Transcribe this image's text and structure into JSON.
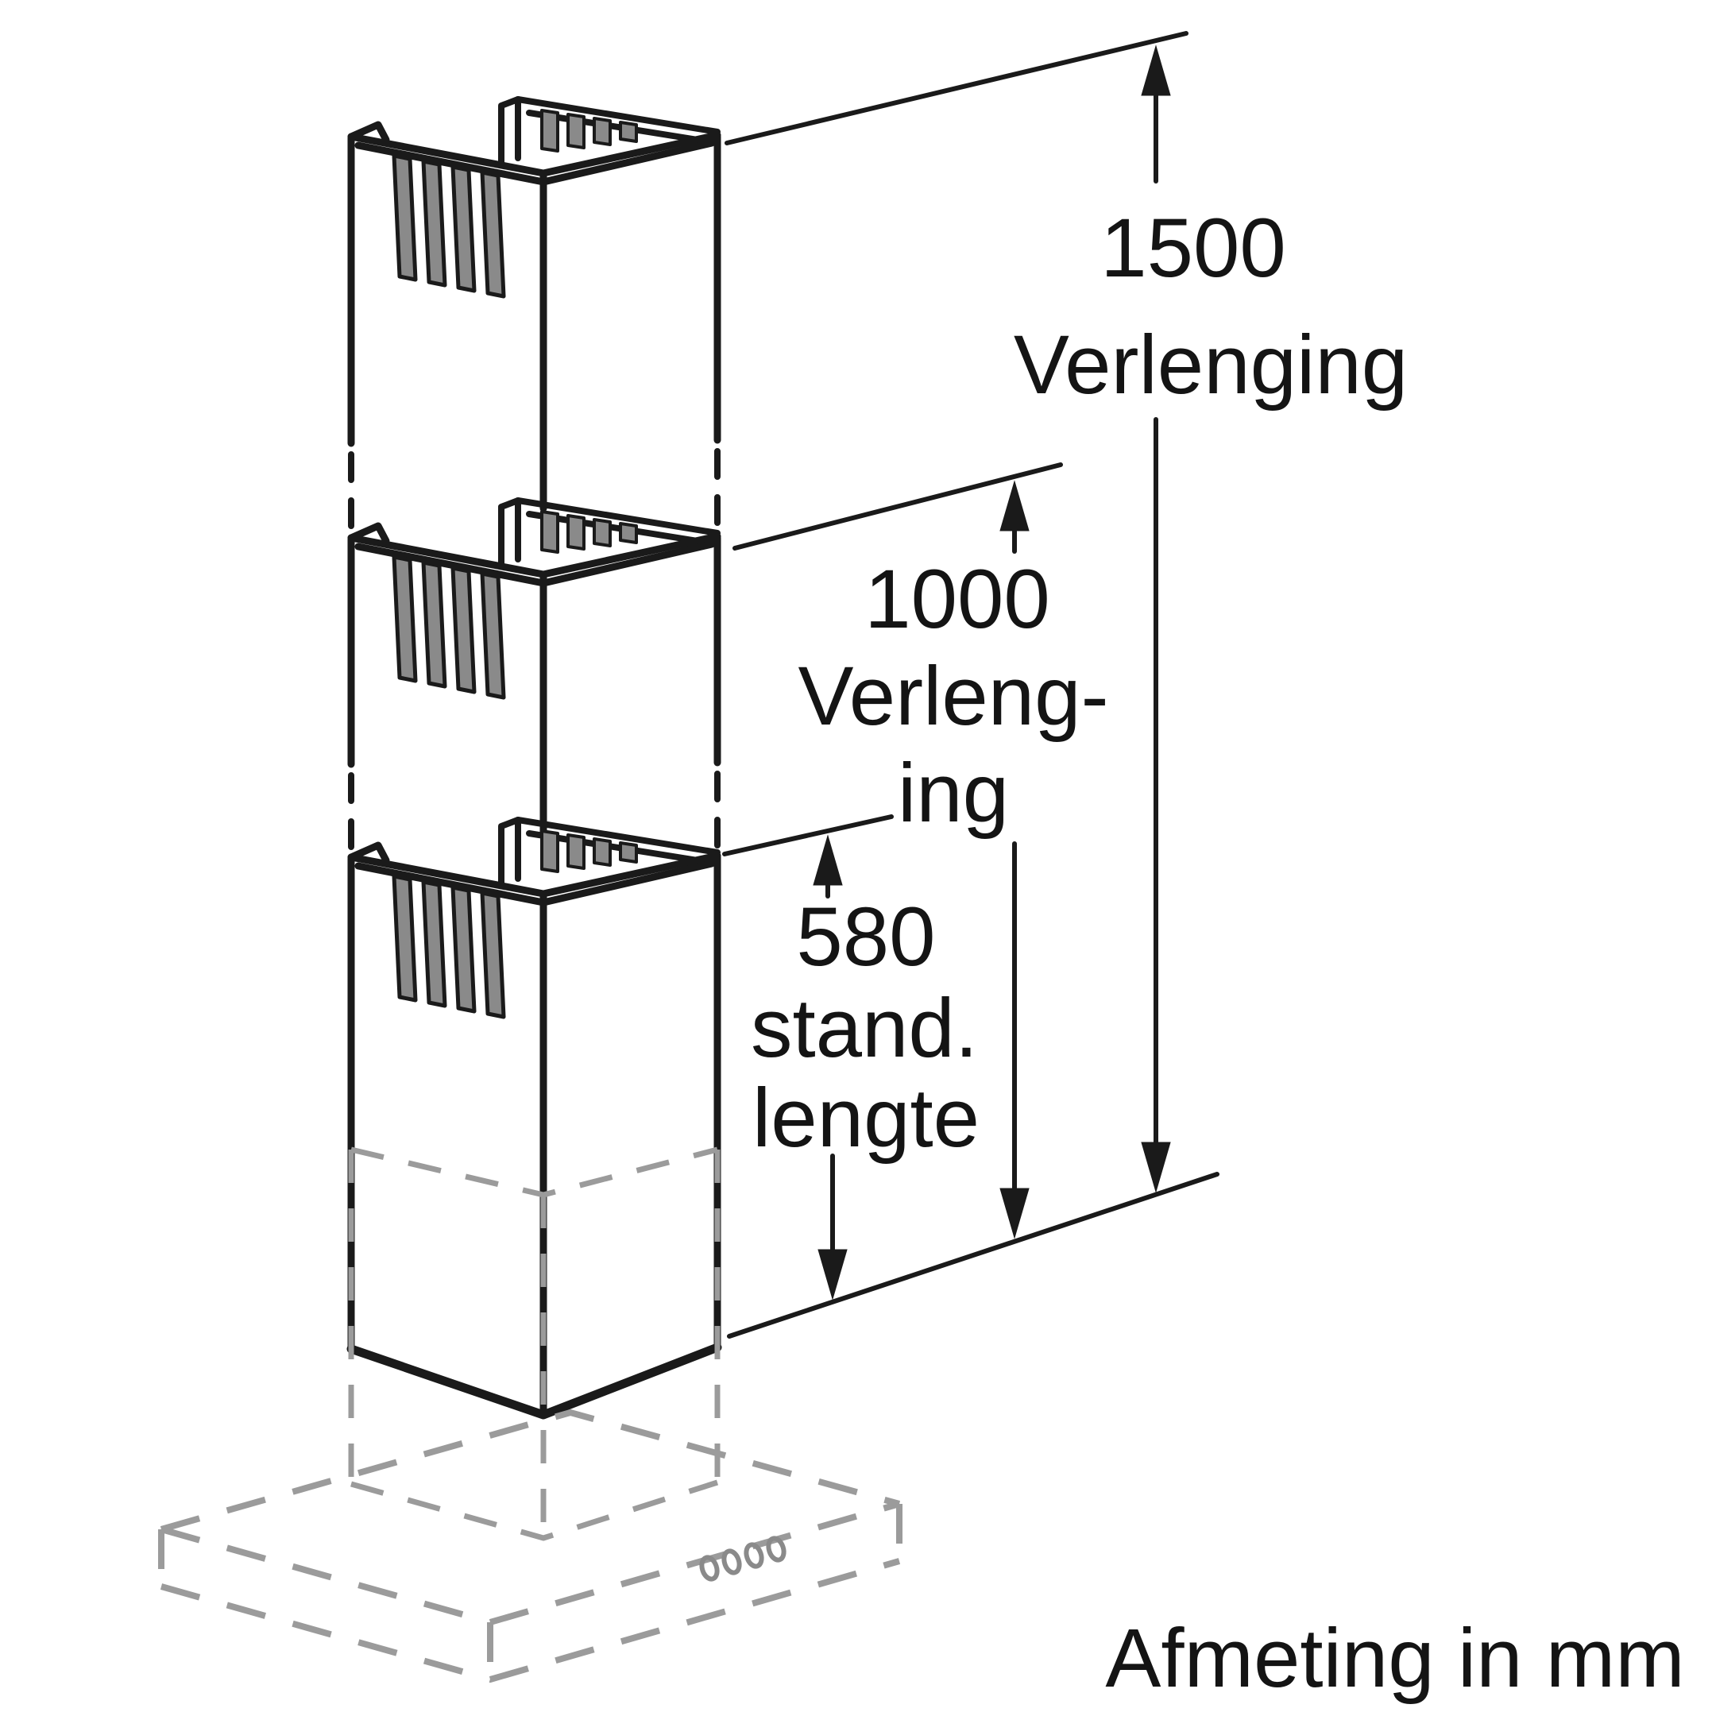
{
  "diagram": {
    "dim_1500": {
      "value": "1500",
      "label": "Verlenging"
    },
    "dim_1000": {
      "value": "1000",
      "label_line1": "Verleng-",
      "label_line2": "ing"
    },
    "dim_580": {
      "value": "580",
      "label_line1": "stand.",
      "label_line2": "lengte"
    },
    "footer_note": "Afmeting in mm"
  },
  "dimensions_mm": [
    {
      "value": 1500,
      "meaning": "Verlenging"
    },
    {
      "value": 1000,
      "meaning": "Verlenging"
    },
    {
      "value": 580,
      "meaning": "stand. lengte"
    }
  ],
  "colors": {
    "line": "#1a1a1a",
    "hidden_gray": "#9b9b9b",
    "slot_fill": "#8a8a8a",
    "background": "#ffffff"
  }
}
